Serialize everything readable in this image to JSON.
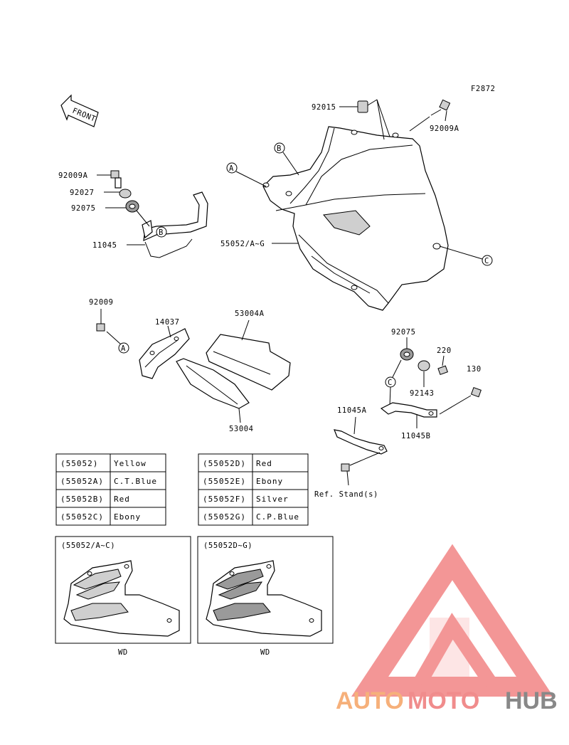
{
  "figure_id": "F2872",
  "front_label": "FRONT",
  "labels": {
    "p92015": "92015",
    "p92009A_top": "92009A",
    "p92009A_left": "92009A",
    "p92027": "92027",
    "p92075_left": "92075",
    "p11045": "11045",
    "p55052": "55052/A~G",
    "p92009": "92009",
    "p14037": "14037",
    "p53004A": "53004A",
    "p53004": "53004",
    "p92075_right": "92075",
    "p220": "220",
    "p130": "130",
    "p92143": "92143",
    "p11045A": "11045A",
    "p11045B": "11045B",
    "ref_stand": "Ref. Stand(s)"
  },
  "callouts": {
    "A": "A",
    "B": "B",
    "C": "C"
  },
  "color_table_left": [
    {
      "code": "(55052)",
      "color": "Yellow"
    },
    {
      "code": "(55052A)",
      "color": "C.T.Blue"
    },
    {
      "code": "(55052B)",
      "color": "Red"
    },
    {
      "code": "(55052C)",
      "color": "Ebony"
    }
  ],
  "color_table_right": [
    {
      "code": "(55052D)",
      "color": "Red"
    },
    {
      "code": "(55052E)",
      "color": "Ebony"
    },
    {
      "code": "(55052F)",
      "color": "Silver"
    },
    {
      "code": "(55052G)",
      "color": "C.P.Blue"
    }
  ],
  "variant_boxes": [
    {
      "title": "(55052/A~C)",
      "caption": "WD"
    },
    {
      "title": "(55052D~G)",
      "caption": "WD"
    }
  ],
  "watermark": {
    "part1": "AUTO",
    "part2": "MOTO",
    "part3": "HUB",
    "color_auto": "#f6b07a",
    "color_moto": "#f08c8c",
    "color_hub": "#888888",
    "color_logo": "#f28b8b"
  }
}
